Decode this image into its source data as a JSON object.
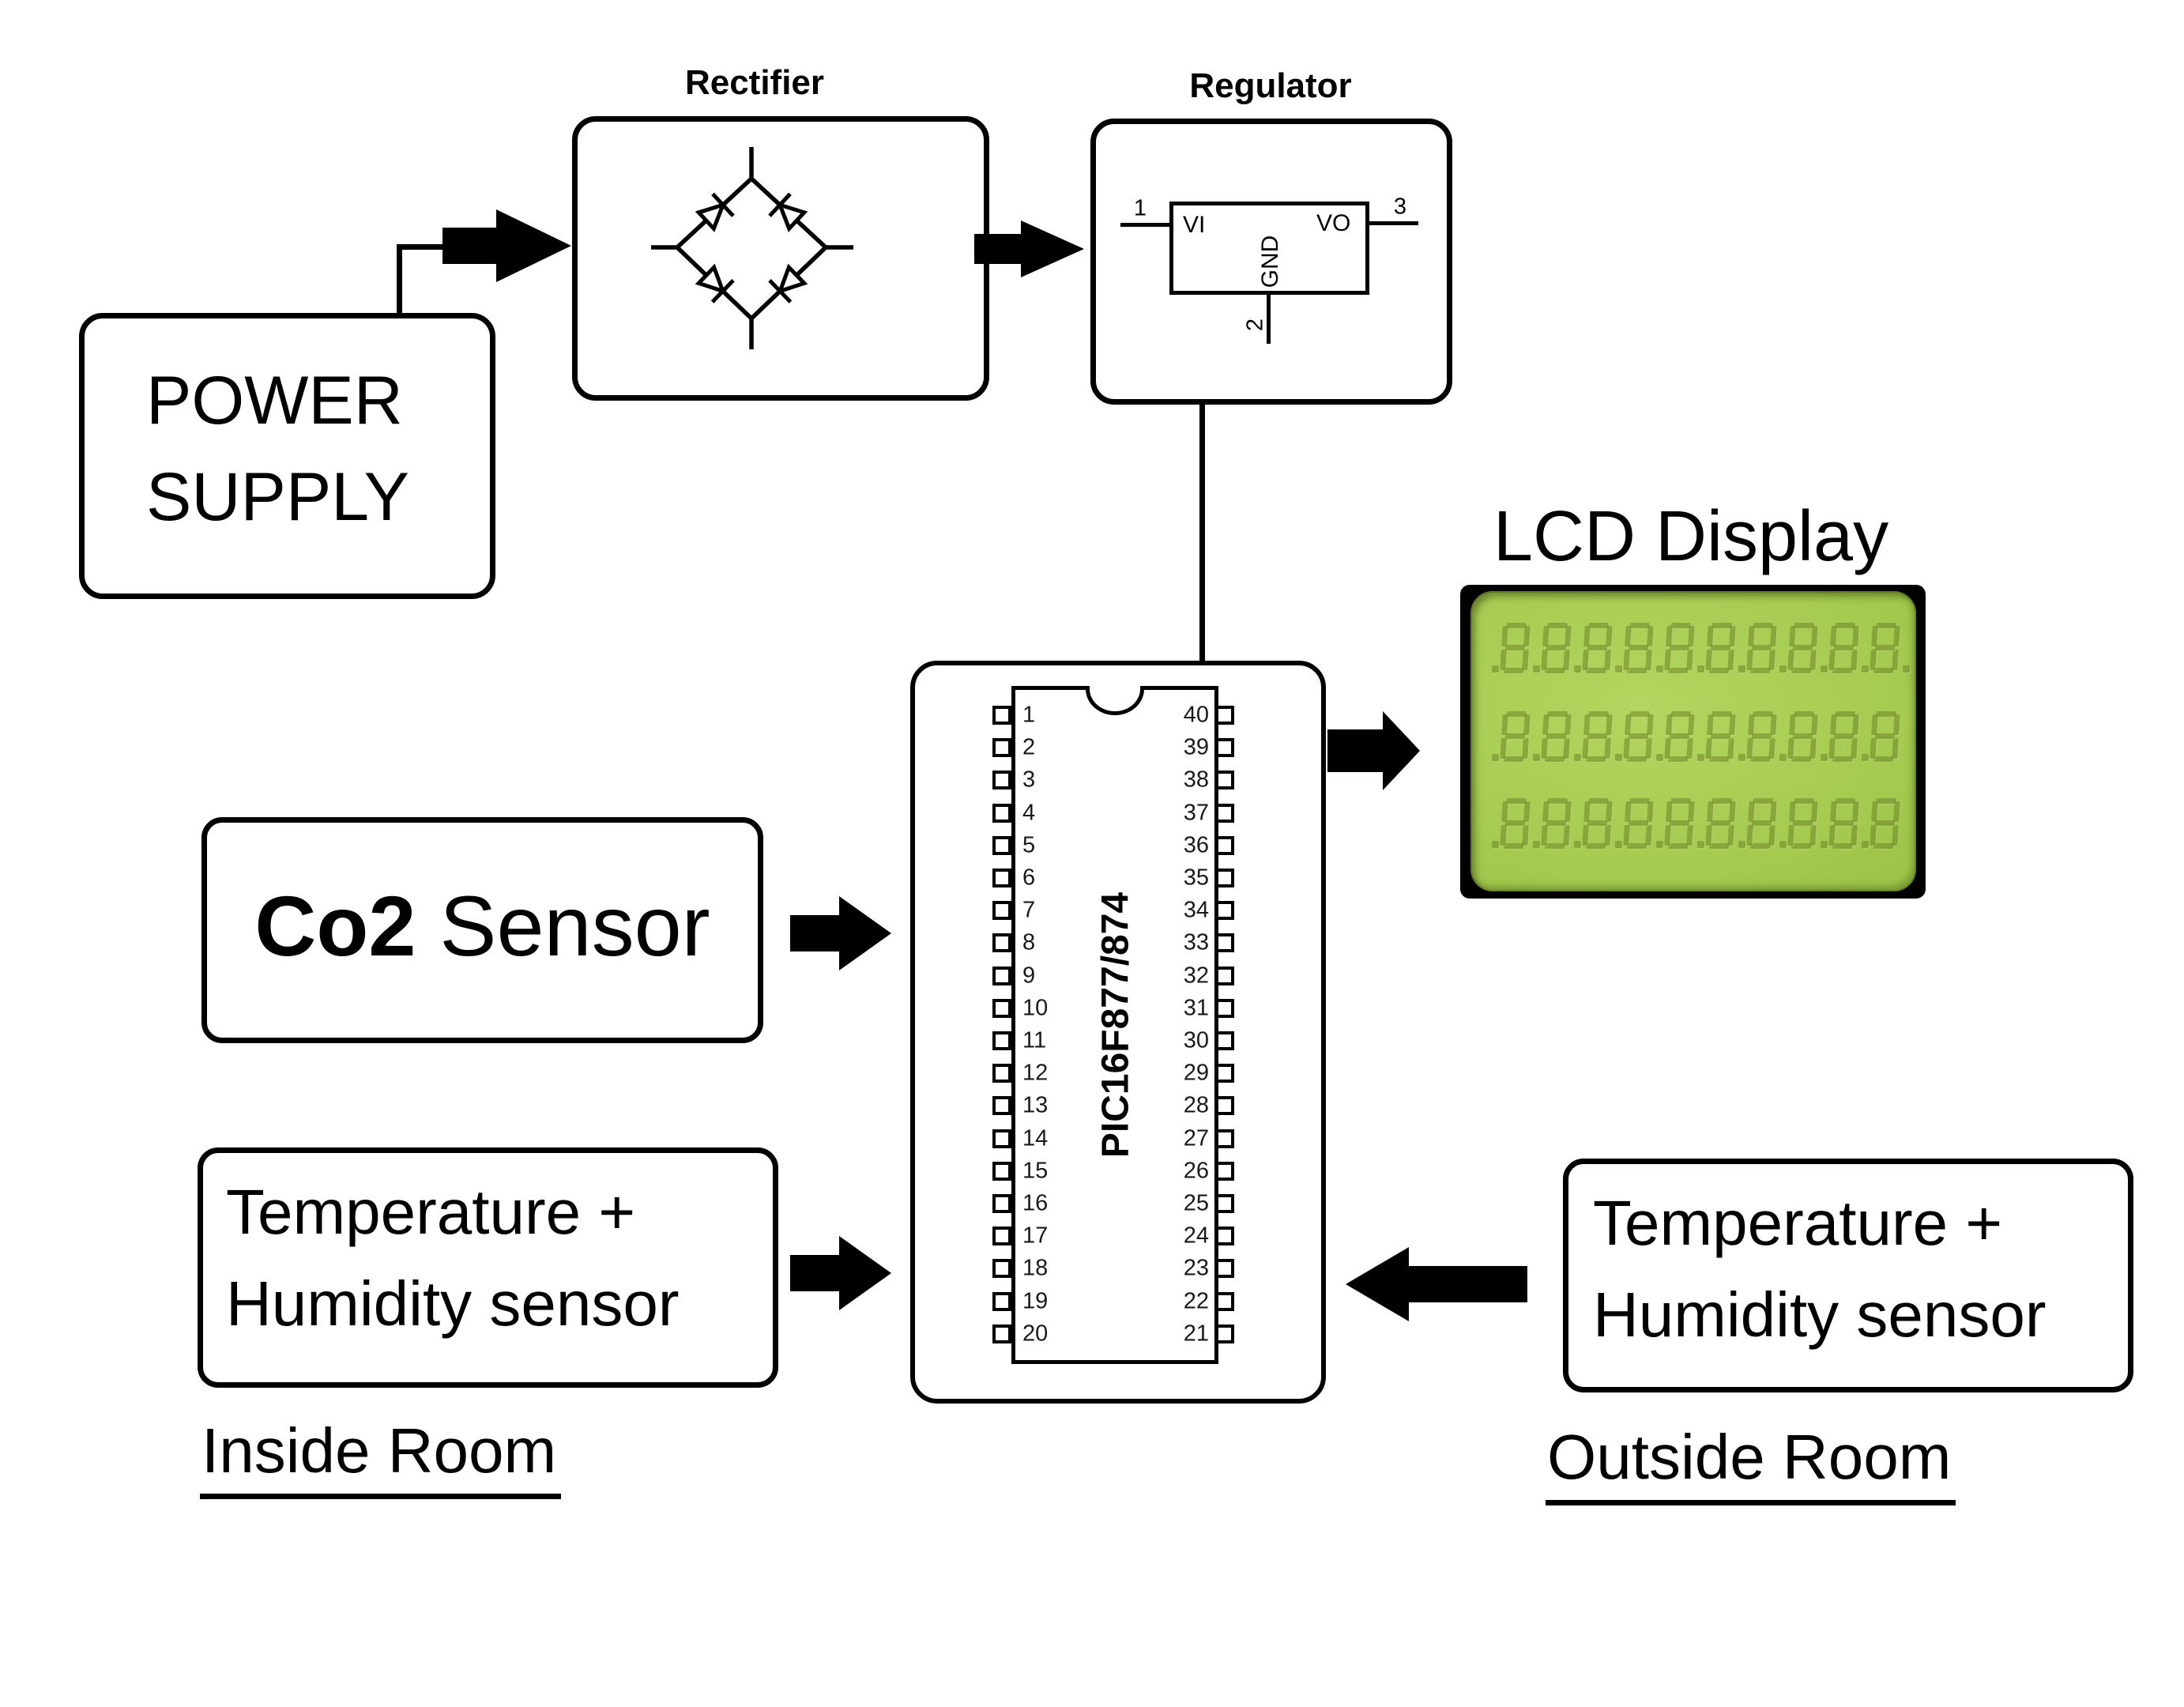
{
  "power_supply": {
    "line1": "POWER",
    "line2": "SUPPLY"
  },
  "rectifier": {
    "title": "Rectifier"
  },
  "regulator": {
    "title": "Regulator",
    "vi": "VI",
    "vo": "VO",
    "gnd": "GND",
    "pin1": "1",
    "pin2": "2",
    "pin3": "3"
  },
  "mcu": {
    "label": "PIC16F877/874",
    "left_pins": [
      "1",
      "2",
      "3",
      "4",
      "5",
      "6",
      "7",
      "8",
      "9",
      "10",
      "11",
      "12",
      "13",
      "14",
      "15",
      "16",
      "17",
      "18",
      "19",
      "20"
    ],
    "right_pins": [
      "40",
      "39",
      "38",
      "37",
      "36",
      "35",
      "34",
      "33",
      "32",
      "31",
      "30",
      "29",
      "28",
      "27",
      "26",
      "25",
      "24",
      "23",
      "22",
      "21"
    ]
  },
  "lcd": {
    "title": "LCD Display",
    "rows": [
      {
        "digits": 10,
        "trailing_dot": true
      },
      {
        "digits": 10,
        "trailing_dot": false
      },
      {
        "digits": 10,
        "trailing_dot": false
      }
    ]
  },
  "co2_sensor": {
    "bold": "Co2",
    "rest": " Sensor"
  },
  "temp_inside": {
    "line1": "Temperature +",
    "line2": "Humidity sensor"
  },
  "temp_outside": {
    "line1": "Temperature +",
    "line2": "Humidity sensor"
  },
  "captions": {
    "inside": "Inside Room",
    "outside": "Outside Room"
  },
  "colors": {
    "line": "#000000",
    "lcd_green_light": "#b4d55f",
    "lcd_green_mid": "#9cc648",
    "lcd_green_dark": "#8ab637",
    "lcd_segment": "rgba(104,128,36,0.50)"
  }
}
